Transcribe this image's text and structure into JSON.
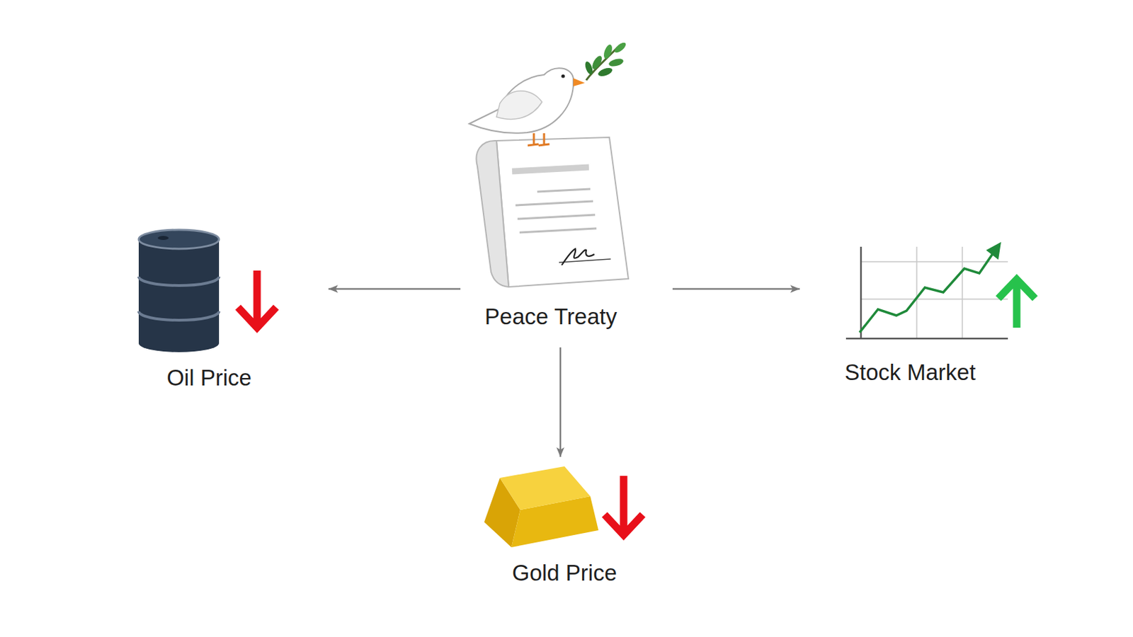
{
  "diagram": {
    "nodes": [
      {
        "text": [
          "Peace Treaty"
        ]
      },
      {
        "text": [
          "Oil Price"
        ]
      },
      {
        "text": [
          "Stock Market"
        ]
      },
      {
        "text": [
          "Gold Price"
        ]
      }
    ],
    "edges": [
      {
        "from": 0,
        "to": 1,
        "arrow": "to"
      },
      {
        "from": 0,
        "to": 2,
        "arrow": "to"
      },
      {
        "from": 0,
        "to": 3,
        "arrow": "to"
      }
    ]
  }
}
